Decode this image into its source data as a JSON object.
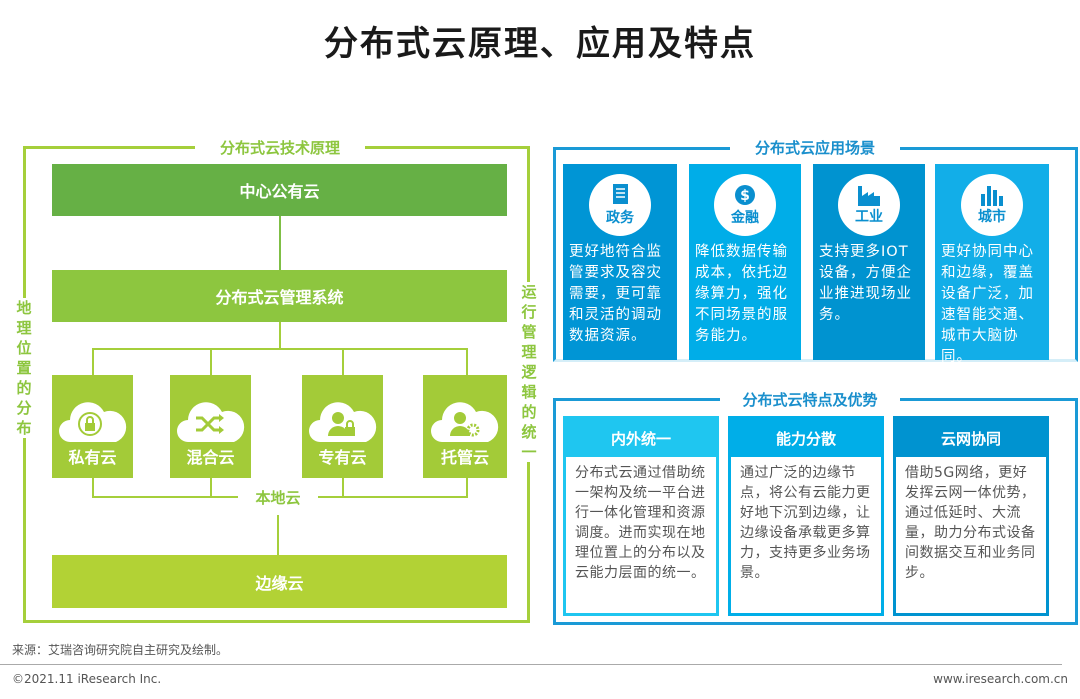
{
  "title": "分布式云原理、应用及特点",
  "left": {
    "title": "分布式云技术原理",
    "central": "中心公有云",
    "mgmt": "分布式云管理系统",
    "clouds": [
      {
        "label": "私有云",
        "icon": "lock-cloud-icon"
      },
      {
        "label": "混合云",
        "icon": "shuffle-cloud-icon"
      },
      {
        "label": "专有云",
        "icon": "user-lock-cloud-icon"
      },
      {
        "label": "托管云",
        "icon": "user-gear-cloud-icon"
      }
    ],
    "local": "本地云",
    "edge": "边缘云",
    "left_side": "地理位置的分布",
    "right_side": "运行管理逻辑的统一"
  },
  "apps": {
    "title": "分布式云应用场景",
    "items": [
      {
        "label": "政务",
        "icon": "document-icon",
        "text": "更好地符合监管要求及容灾需要，更可靠和灵活的调动数据资源。"
      },
      {
        "label": "金融",
        "icon": "dollar-coin-icon",
        "text": "降低数据传输成本，依托边缘算力，强化不同场景的服务能力。"
      },
      {
        "label": "工业",
        "icon": "factory-icon",
        "text": "支持更多IOT设备，方便企业推进现场业务。"
      },
      {
        "label": "城市",
        "icon": "city-buildings-icon",
        "text": "更好协同中心和边缘，覆盖设备广泛，加速智能交通、城市大脑协同。"
      }
    ]
  },
  "features": {
    "title": "分布式云特点及优势",
    "items": [
      {
        "label": "内外统一",
        "text": "分布式云通过借助统一架构及统一平台进行一体化管理和资源调度。进而实现在地理位置上的分布以及云能力层面的统一。"
      },
      {
        "label": "能力分散",
        "text": "通过广泛的边缘节点，将公有云能力更好地下沉到边缘，让边缘设备承载更多算力，支持更多业务场景。"
      },
      {
        "label": "云网协同",
        "text": "借助5G网络，更好发挥云网一体优势，通过低延时、大流量，助力分布式设备间数据交互和业务同步。"
      }
    ]
  },
  "footer": {
    "source": "来源：艾瑞咨询研究院自主研究及绘制。",
    "copyright": "©2021.11 iResearch Inc.",
    "url": "www.iresearch.com.cn"
  },
  "colors": {
    "green_dark": "#66b045",
    "green": "#8dc63f",
    "green_light": "#a3cb38",
    "green_edge": "#b2d235",
    "blue": "#1a9ad6"
  }
}
